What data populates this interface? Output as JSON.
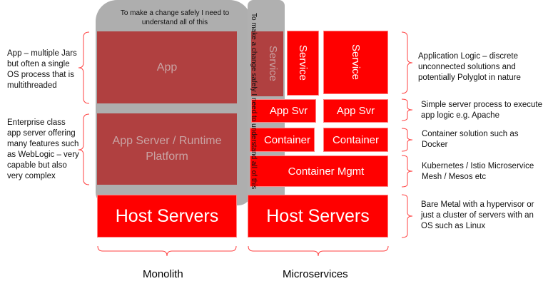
{
  "colors": {
    "layer": "#ff0000",
    "layer_dimmed": "#b04040",
    "overlay": "#a0a0a0",
    "bracket": "#ff4040"
  },
  "monolith": {
    "overlay_note": "To make a change safely I need to understand all of this",
    "app": "App",
    "app_server": "App Server / Runtime Platform",
    "host": "Host Servers",
    "label": "Monolith"
  },
  "microservices": {
    "overlay_note": "To make a change safely I need to understand all of this",
    "services": [
      "Service",
      "Service",
      "Service"
    ],
    "app_svrs": [
      "App Svr",
      "App Svr"
    ],
    "containers": [
      "Container",
      "Container"
    ],
    "container_mgmt": "Container Mgmt",
    "host": "Host Servers",
    "label": "Microservices"
  },
  "left_notes": [
    "App – multiple Jars but often a single OS process that is multithreaded",
    "Enterprise class app server offering many features such as WebLogic – very capable but also very complex"
  ],
  "right_notes": [
    "Application Logic – discrete unconnected solutions and potentially Polyglot in nature",
    "Simple server process to execute app logic e.g. Apache",
    "Container solution such as Docker",
    "Kubernetes / Istio Microservice Mesh / Mesos etc",
    "Bare Metal with a hypervisor or just a cluster of servers with an OS such as Linux"
  ]
}
